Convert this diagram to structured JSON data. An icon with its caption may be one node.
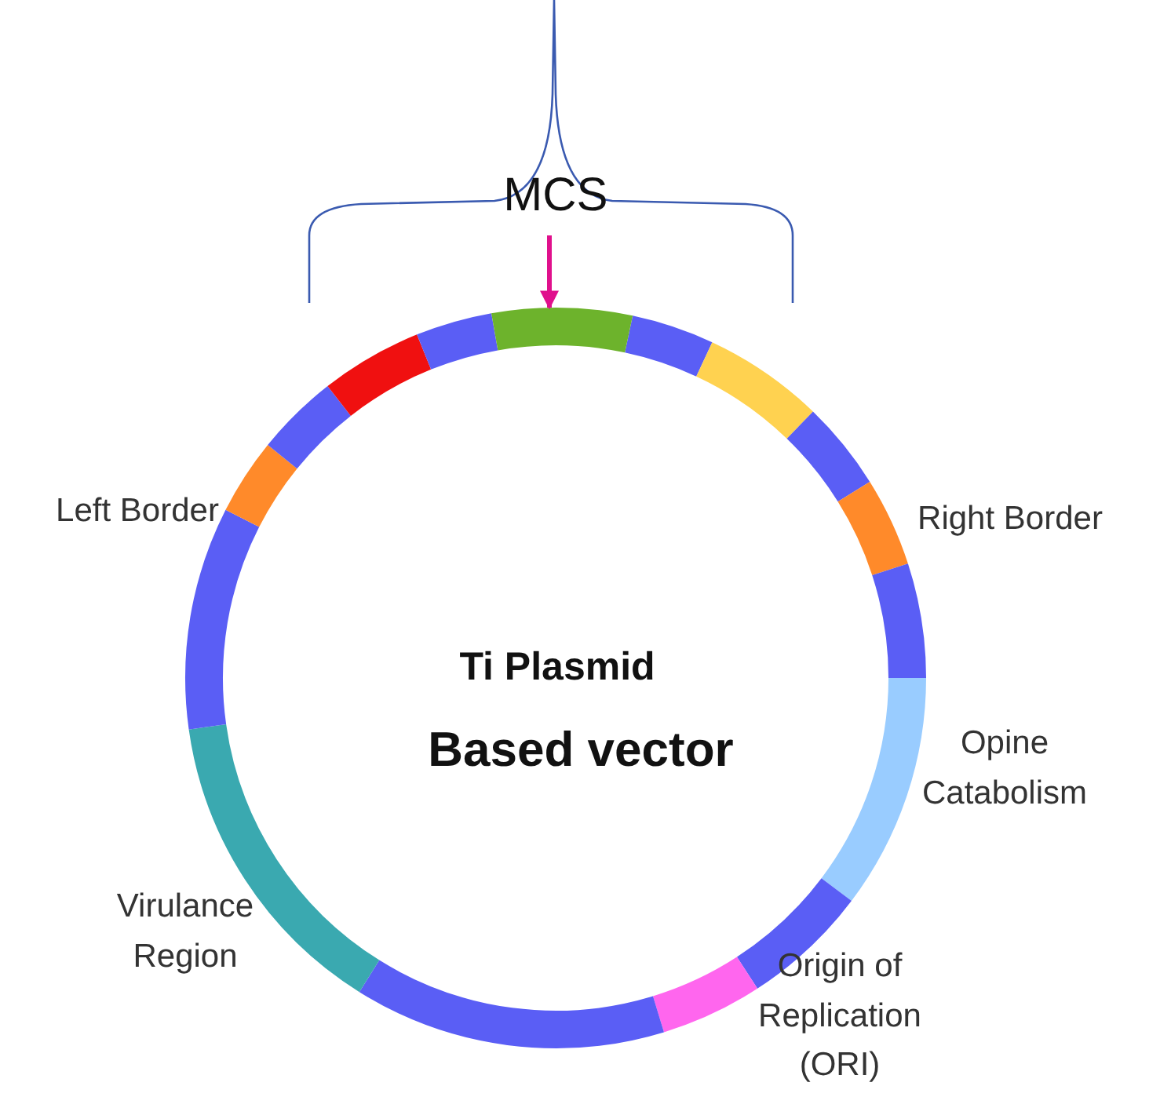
{
  "diagram": {
    "nodes": [
      {
        "text": [
          "MCS"
        ]
      },
      {
        "text": [],
        "shape": "bar"
      }
    ],
    "edges": [
      {
        "from": 0,
        "to": 1,
        "arrow": "to",
        "color": "#e0108c"
      }
    ],
    "labels": [
      "Left Border",
      "Right Border",
      "Ti Plasmid",
      "Opine Catabolism",
      "Based vector",
      "Virulance Region",
      "Origin of Replication (ORI)"
    ]
  }
}
